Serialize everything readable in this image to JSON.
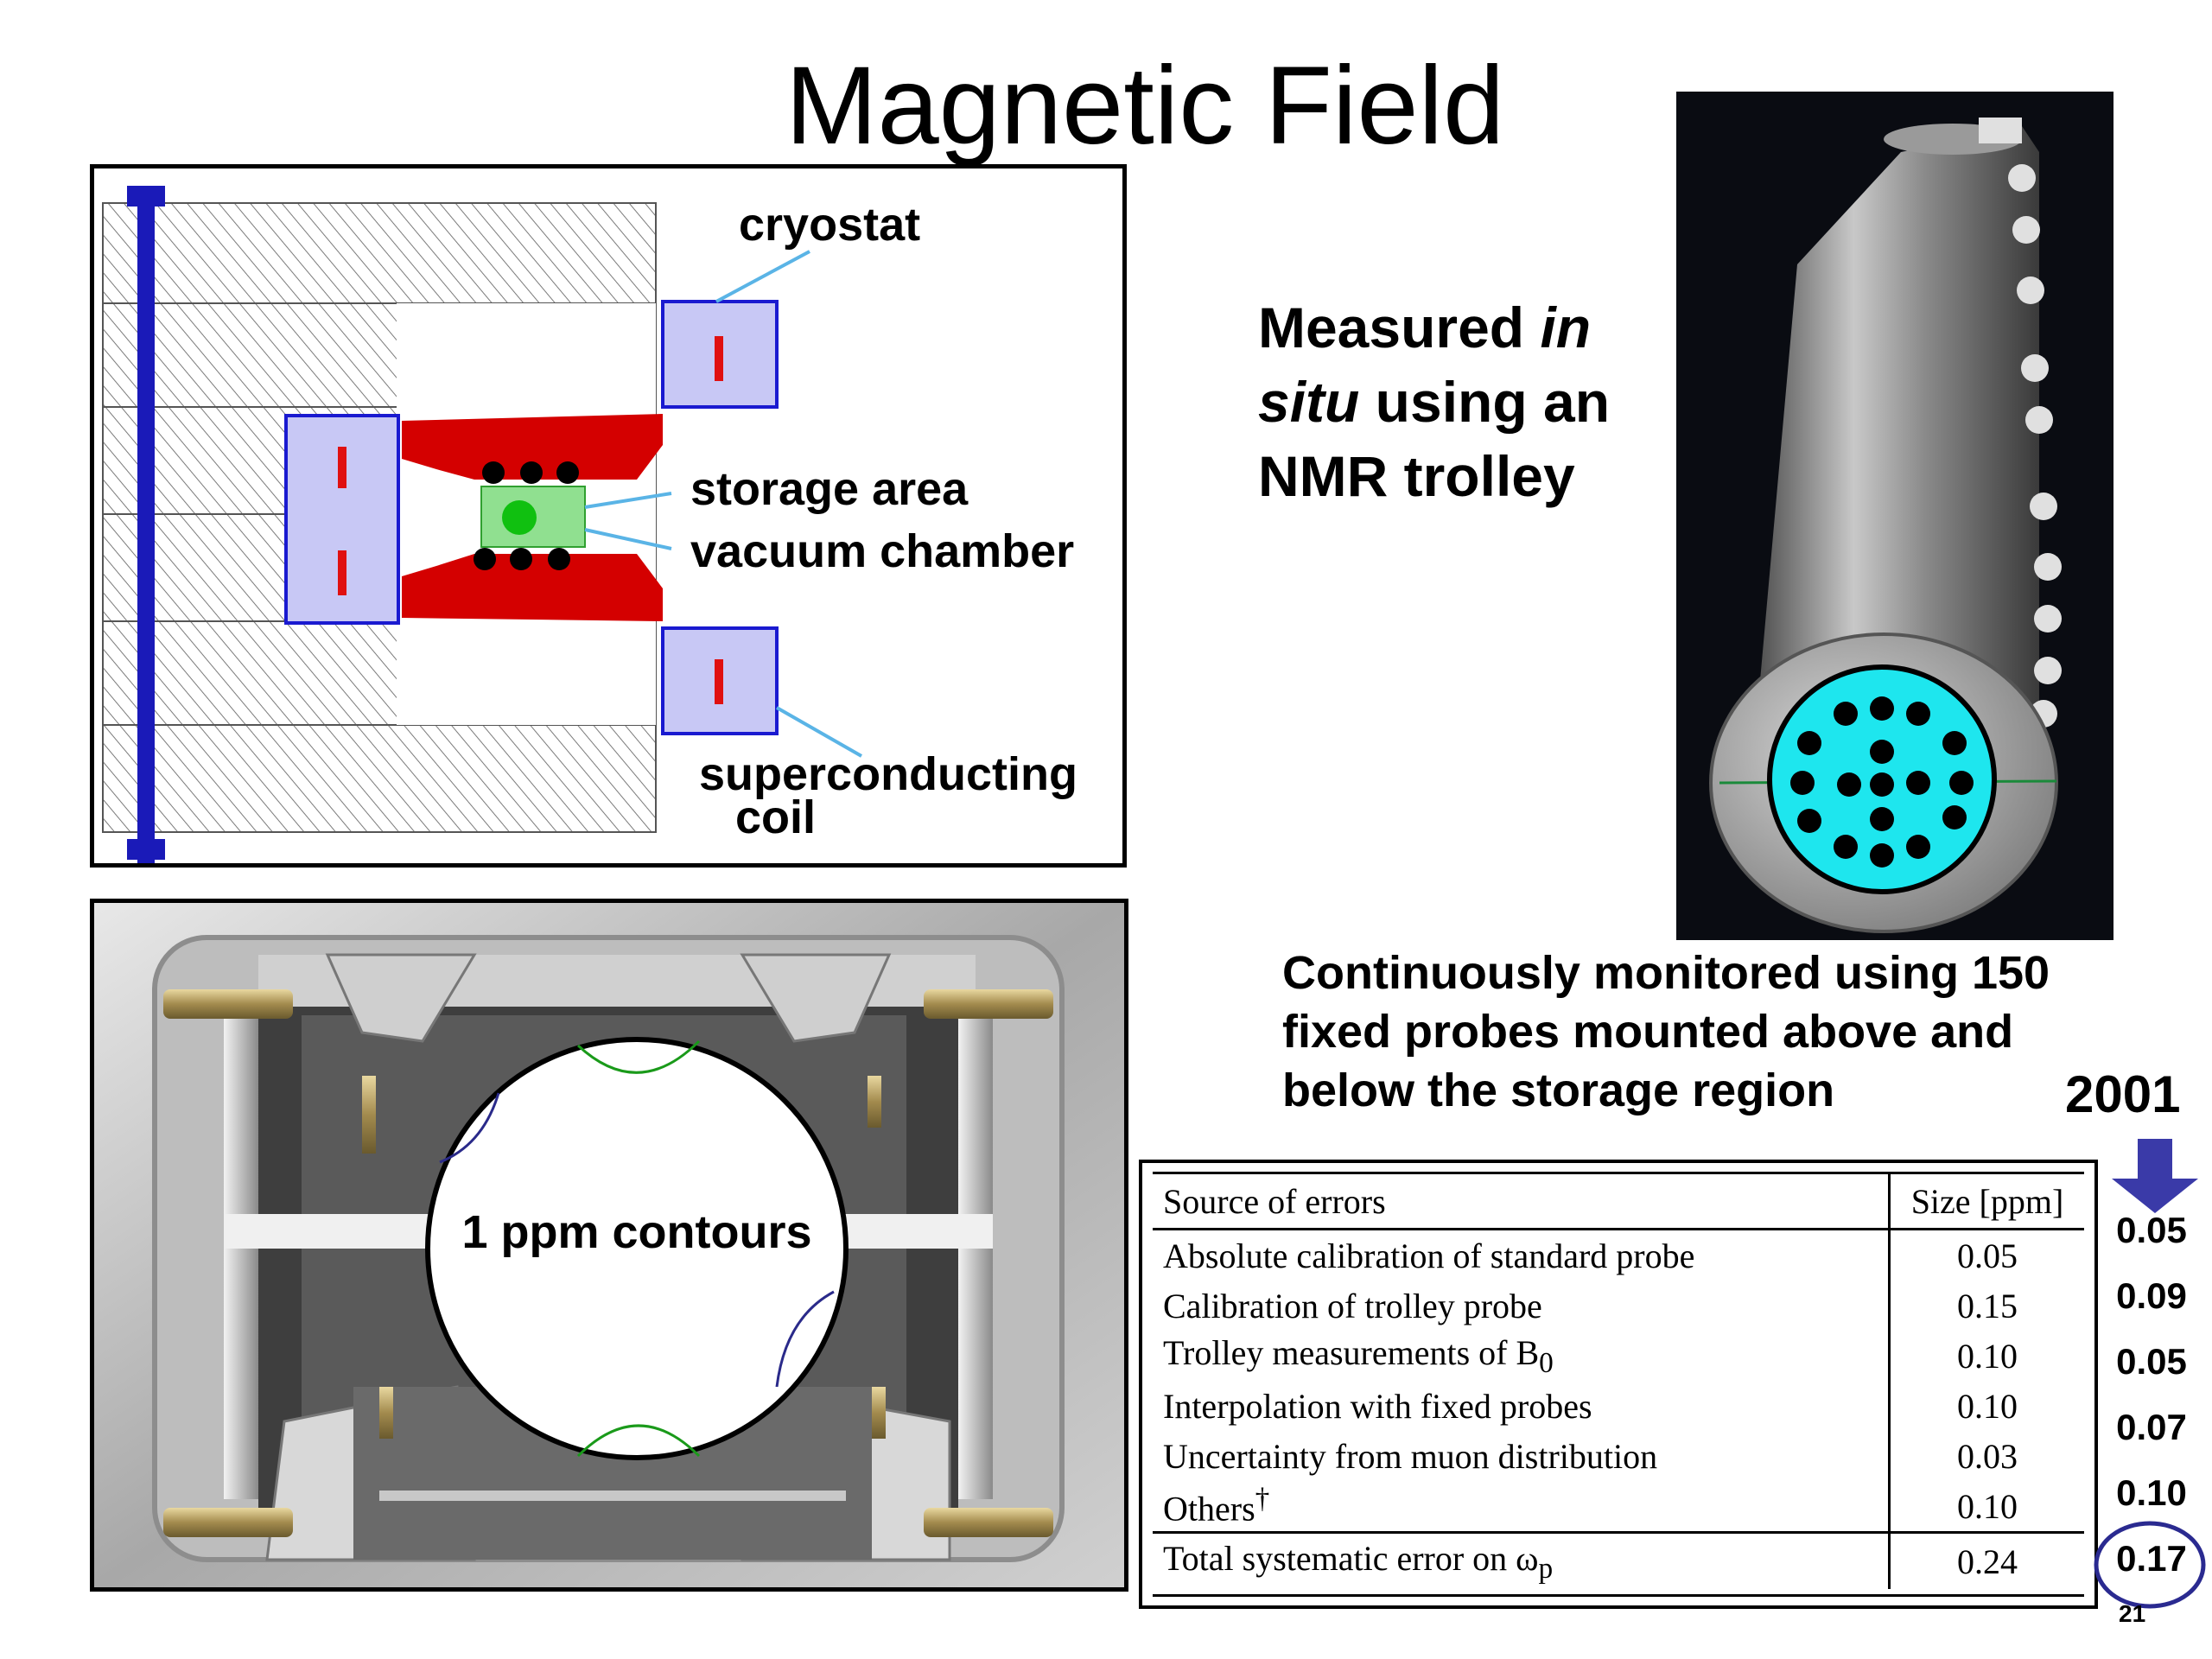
{
  "title": "Magnetic Field",
  "diagram": {
    "labels": {
      "cryostat": "cryostat",
      "storage_area": "storage area",
      "vacuum_chamber": "vacuum chamber",
      "coil_line1": "superconducting",
      "coil_line2": "coil"
    },
    "colors": {
      "coil": "#c8c8f5",
      "coil_border": "#1a1ad0",
      "pole": "#d40000",
      "current": "#e01010",
      "storage": "#90e090",
      "beam": "#10c010",
      "leader": "#5ab4e6",
      "shaft": "#1a1ab8"
    }
  },
  "photo_trap": {
    "contour_label": "1 ppm contours"
  },
  "measured": {
    "part1": "Measured ",
    "part2": "in",
    "part3": "situ",
    "part4": " using an",
    "part5": "NMR trolley"
  },
  "monitor": {
    "line1": "Continuously monitored using 150",
    "line2": "fixed probes mounted above and",
    "line3": "below the storage region"
  },
  "year": "2001",
  "table": {
    "header": {
      "source": "Source of errors",
      "size": "Size [ppm]"
    },
    "rows": [
      {
        "source": "Absolute calibration of standard probe",
        "size": "0.05"
      },
      {
        "source": "Calibration of trolley probe",
        "size": "0.15"
      },
      {
        "source": "Trolley measurements of B",
        "sub": "0",
        "size": "0.10"
      },
      {
        "source": "Interpolation with fixed probes",
        "size": "0.10"
      },
      {
        "source": "Uncertainty from muon distribution",
        "size": "0.03"
      },
      {
        "source": "Others",
        "sup": "†",
        "size": "0.10"
      }
    ],
    "total": {
      "source": "Total systematic error on ω",
      "sub": "p",
      "size": "0.24"
    }
  },
  "values_2001": [
    "0.05",
    "0.09",
    "0.05",
    "0.07",
    "0.10",
    "0.17"
  ],
  "page_number": "21",
  "colors": {
    "arrow": "#3a3aa8",
    "circle": "#2a2a90",
    "probe_face": "#1ee6ee",
    "trolley_bg": "#0a0c12"
  }
}
